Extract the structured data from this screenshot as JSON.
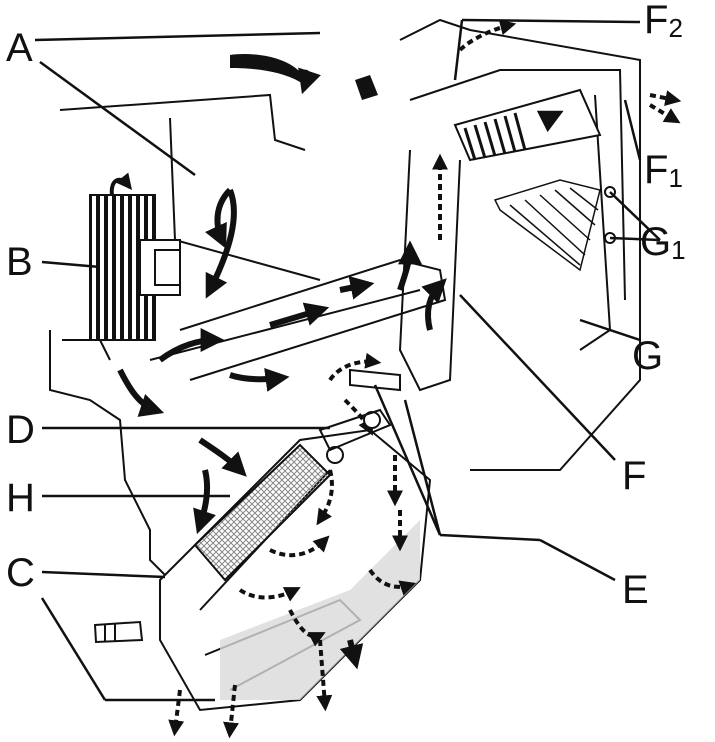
{
  "labels": {
    "A": "A",
    "B": "B",
    "C": "C",
    "D": "D",
    "E": "E",
    "F": "F",
    "F1_main": "F",
    "F1_sub": "1",
    "F2_main": "F",
    "F2_sub": "2",
    "G": "G",
    "G1_main": "G",
    "G1_sub": "1",
    "H": "H"
  },
  "colors": {
    "line": "#111111",
    "paper": "#ffffff",
    "shade": "#d9d9d9",
    "mesh": "#9a9a9a"
  }
}
